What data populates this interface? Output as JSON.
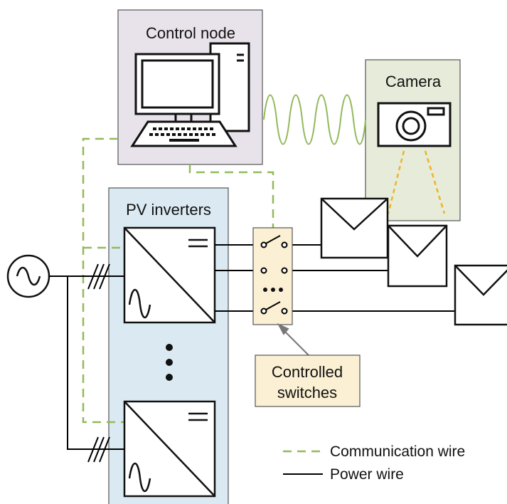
{
  "labels": {
    "control_node": "Control node",
    "camera": "Camera",
    "pv_inverters": "PV inverters",
    "controlled_switches_line1": "Controlled",
    "controlled_switches_line2": "switches"
  },
  "legend": {
    "communication_wire": "Communication wire",
    "power_wire": "Power wire"
  },
  "colors": {
    "control_node_fill": "#e8e3ea",
    "camera_fill": "#e6ecd9",
    "pv_fill": "#dbeaf2",
    "switch_fill": "#fbf0d4",
    "comm_wire": "#93b95c",
    "power_wire": "#000000",
    "camera_beam": "#f0b323"
  },
  "icons": {
    "control_node": "computer-icon",
    "camera": "camera-icon",
    "ac_source": "ac-source-icon",
    "inverter": "inverter-icon",
    "pv_panel": "pv-panel-icon",
    "switch": "switch-icon"
  }
}
